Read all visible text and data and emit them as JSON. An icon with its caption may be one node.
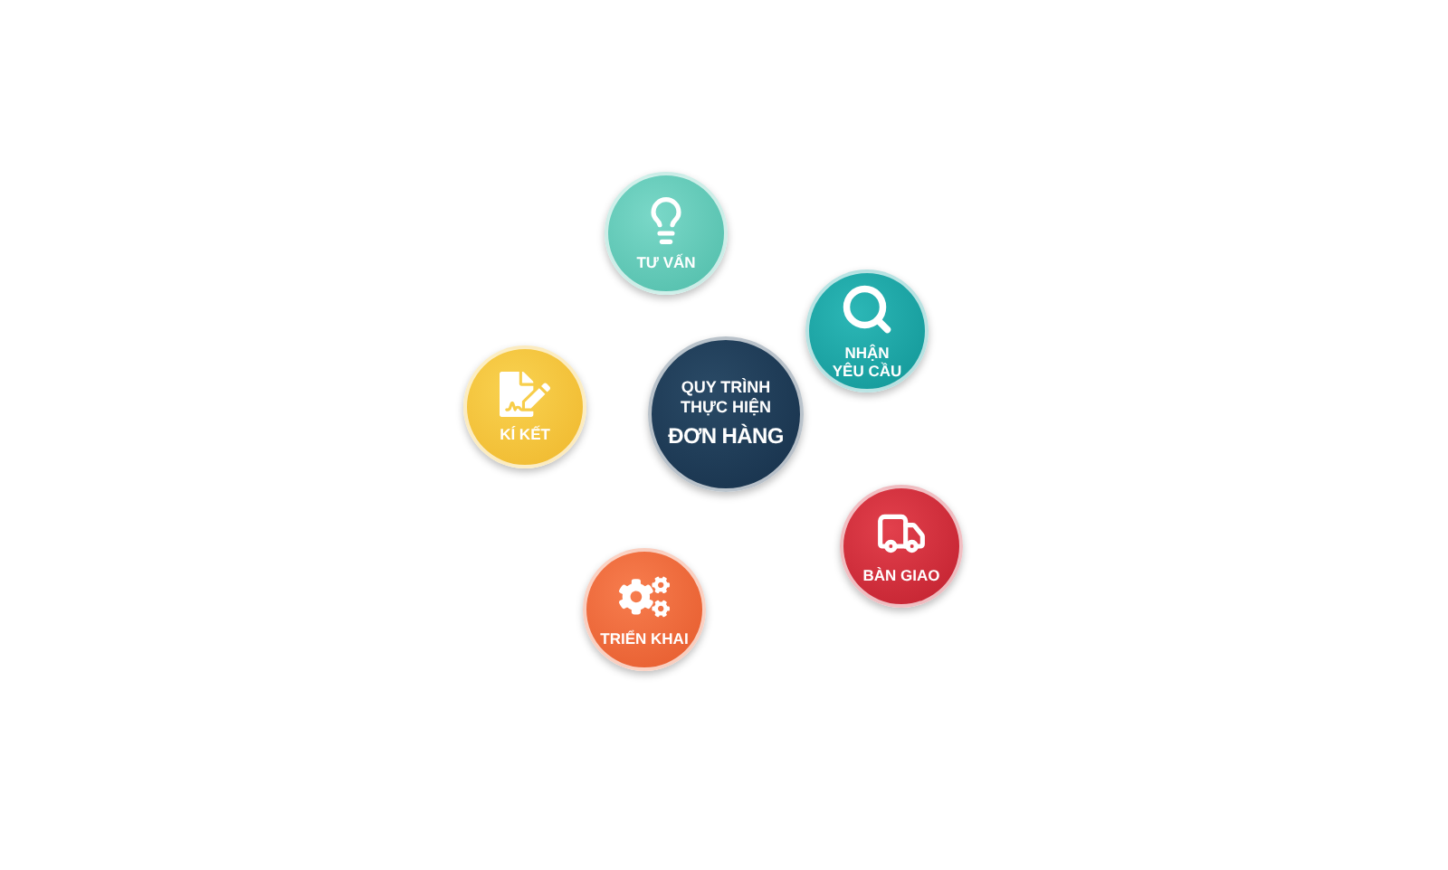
{
  "diagram": {
    "nodes": [
      {
        "text": [
          "QUY TRÌNH THỰC HIỆN",
          "ĐƠN HÀNG"
        ]
      },
      {
        "text": [
          "TƯ VẤN"
        ]
      },
      {
        "text": [
          "NHẬN YÊU CẦU"
        ]
      },
      {
        "text": [
          "BÀN GIAO"
        ]
      },
      {
        "text": [
          "TRIỂN KHAI"
        ]
      },
      {
        "text": [
          "KÍ KẾT"
        ]
      }
    ]
  }
}
